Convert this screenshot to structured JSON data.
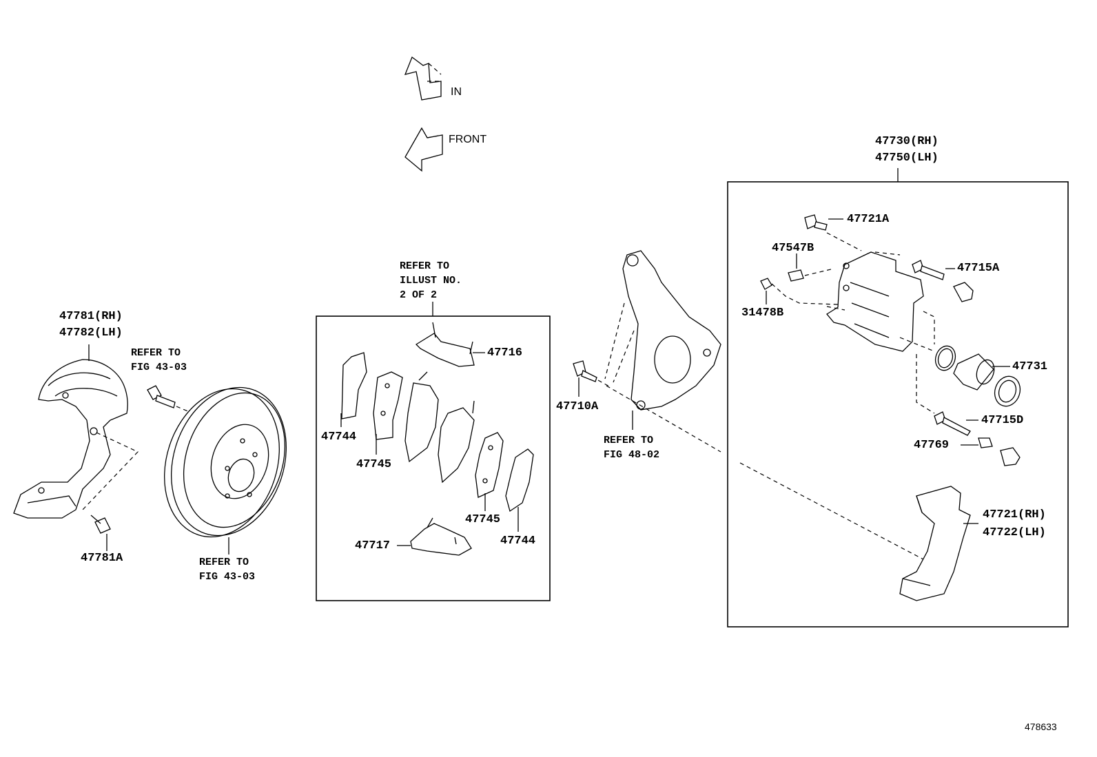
{
  "diagram": {
    "direction_in": "IN",
    "direction_front": "FRONT",
    "figure_number": "478633",
    "labels": {
      "p47781": "47781(RH)",
      "p47782": "47782(LH)",
      "p47781a": "47781A",
      "p47744_left": "47744",
      "p47745_left": "47745",
      "p47716": "47716",
      "p47745_right": "47745",
      "p47744_right": "47744",
      "p47717": "47717",
      "p47710a": "47710A",
      "p47730": "47730(RH)",
      "p47750": "47750(LH)",
      "p47721a": "47721A",
      "p47547b": "47547B",
      "p47715a": "47715A",
      "p31478b": "31478B",
      "p47731": "47731",
      "p47715d": "47715D",
      "p47769": "47769",
      "p47721": "47721(RH)",
      "p47722": "47722(LH)"
    },
    "notes": {
      "refer_bolt": "REFER TO\nFIG 43-03",
      "refer_disc": "REFER TO\nFIG 43-03",
      "refer_illust": "REFER TO\nILLUST NO.\n2 OF 2",
      "refer_knuckle": "REFER TO\nFIG 48-02"
    }
  }
}
